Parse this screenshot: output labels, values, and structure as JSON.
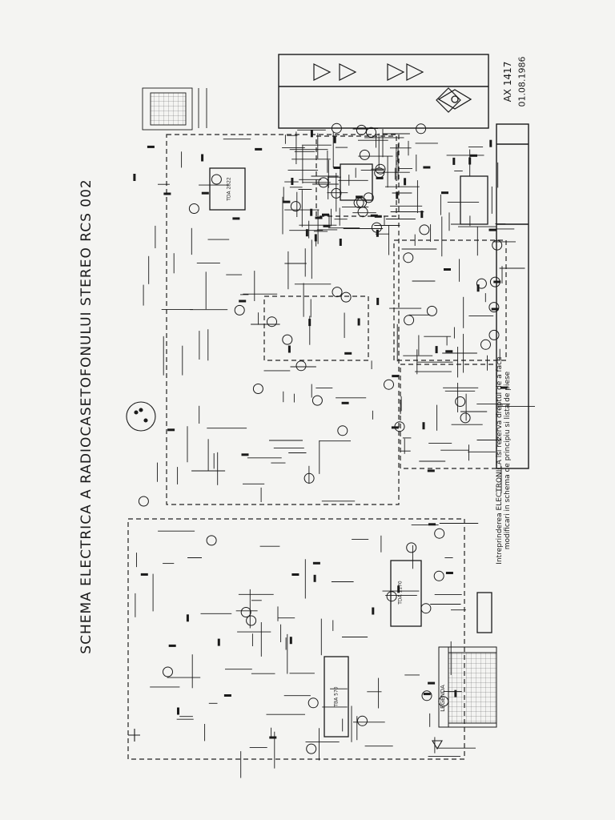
{
  "document": {
    "title": "SCHEMA ELECTRICA A RADIOCASETOFONULUI STEREO RCS 002",
    "doc_number": "AX 1417",
    "date": "01.08.1986",
    "note_line1": "Intreprinderea ELECTRONICA isi rezerva dreptul de a face",
    "note_line2": "modificari in schema de principiu si lista de piese",
    "legend_label": "LEGENDA",
    "ic_labels": [
      "TDA 1170",
      "TBA 570",
      "TDA 2822"
    ],
    "ink_color": "#1c1c1c",
    "paper_color": "#f4f4f2"
  }
}
